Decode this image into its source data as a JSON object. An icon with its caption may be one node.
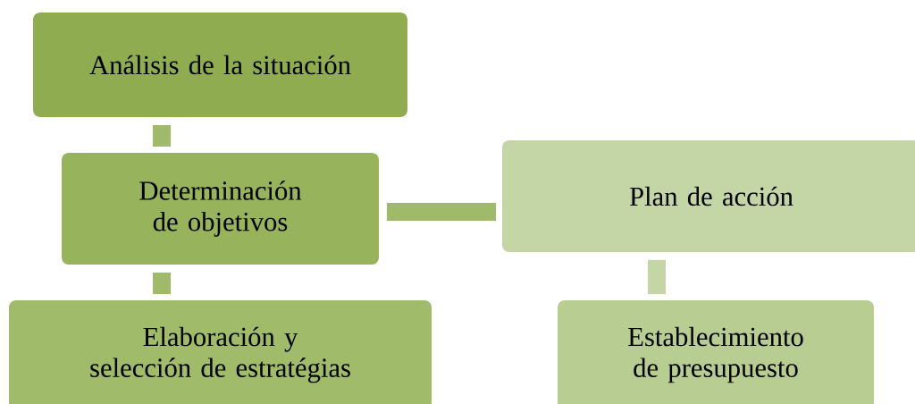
{
  "diagram": {
    "nodes": [
      {
        "text": [
          "Análisis de la situación"
        ]
      },
      {
        "text": [
          "Determinación de objetivos"
        ]
      },
      {
        "text": [
          "Elaboración y selección de estratégias"
        ]
      },
      {
        "text": [
          "Plan de acción"
        ]
      },
      {
        "text": [
          "Establecimiento de presupuesto"
        ]
      }
    ],
    "edges": [
      {
        "from": 0,
        "to": 1,
        "arrow": "none"
      },
      {
        "from": 1,
        "to": 2,
        "arrow": "none"
      },
      {
        "from": 1,
        "to": 3,
        "arrow": "none"
      },
      {
        "from": 3,
        "to": 4,
        "arrow": "none",
        "color": "#c5d6a6"
      }
    ]
  }
}
